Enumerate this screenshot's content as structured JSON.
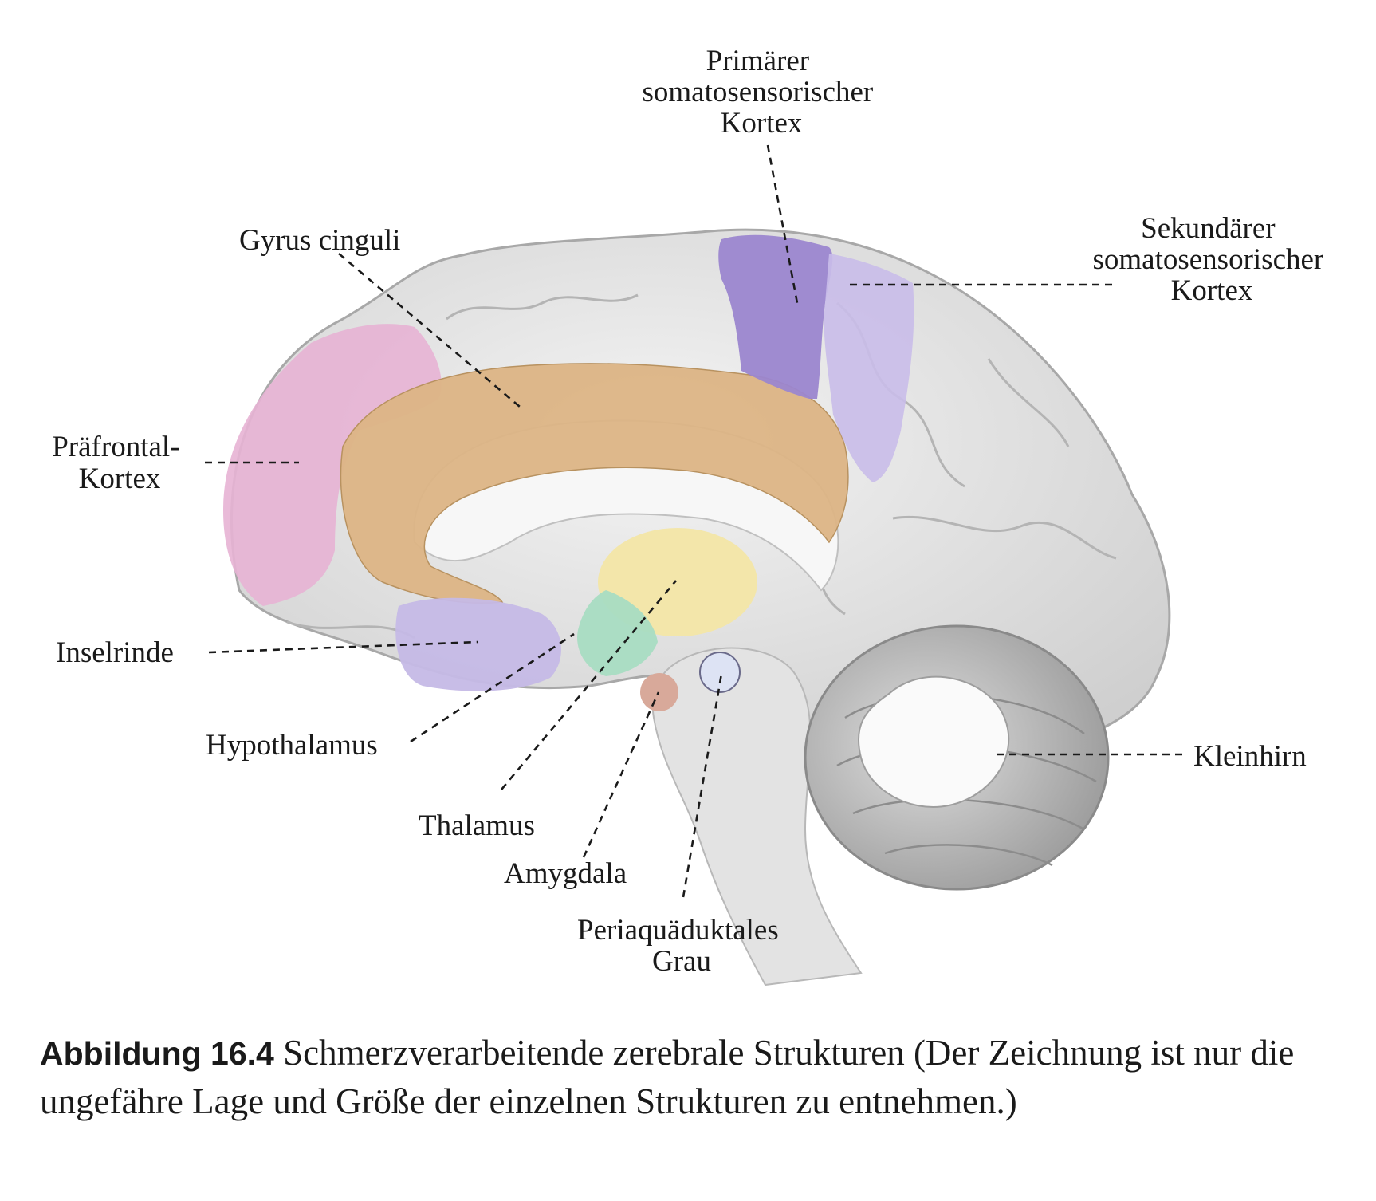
{
  "labels": {
    "primary_somatosensory": [
      "Primärer",
      "somatosensorischer",
      "Kortex"
    ],
    "secondary_somatosensory": [
      "Sekundärer",
      "somatosensorischer",
      "Kortex"
    ],
    "gyrus_cinguli": "Gyrus cinguli",
    "prefrontal": [
      "Präfrontal-",
      "Kortex"
    ],
    "inselrinde": "Inselrinde",
    "hypothalamus": "Hypothalamus",
    "thalamus": "Thalamus",
    "amygdala": "Amygdala",
    "periaquaeductal": [
      "Periaquäduktales",
      "Grau"
    ],
    "kleinhirn": "Kleinhirn"
  },
  "region_colors": {
    "primary_somatosensory": "#9b86cf",
    "secondary_somatosensory": "#c9bde9",
    "gyrus_cinguli": "#dcb485",
    "prefrontal": "#e7b3d4",
    "inselrinde": "#c5b9e6",
    "hypothalamus": "#a8dcc2",
    "thalamus": "#f3e6a6",
    "amygdala": "#d8a99a",
    "periaquaeductal": "#dde3f4"
  },
  "caption": {
    "label": "Abbildung 16.4",
    "text": " Schmerzverarbeitende zerebrale Strukturen (Der Zeichnung ist nur die ungefähre Lage und Größe der einzelnen Strukturen zu entnehmen.)"
  }
}
